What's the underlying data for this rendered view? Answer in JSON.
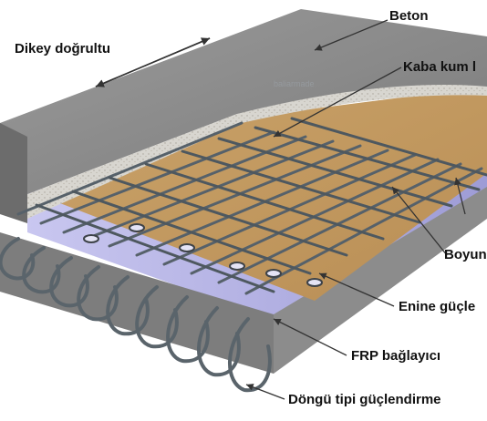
{
  "labels": {
    "concrete": "Beton",
    "vertical_direction": "Dikey doğrultu",
    "coarse_sand": "Kaba kum l",
    "longitudinal": "Boyun",
    "transverse": "Enine güçle",
    "frp_connector": "FRP bağlayıcı",
    "loop_reinforcement": "Döngü tipi güçlendirme"
  },
  "watermark": "baliarmade",
  "colors": {
    "concrete_top": "#8a8a8a",
    "concrete_side": "#6f6f6f",
    "sand_layer": "#c49a5e",
    "frp_plate": "#b9b7e6",
    "rebar": "#5b666c",
    "text": "#111111"
  }
}
